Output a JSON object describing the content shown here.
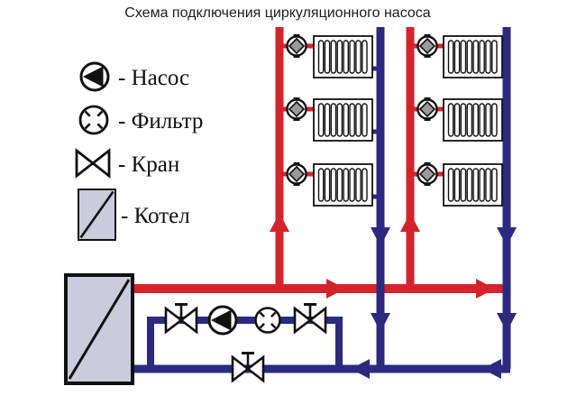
{
  "title": "Схема подключения циркуляционного насоса",
  "legend": {
    "items": [
      {
        "id": "pump",
        "icon": "pump-icon",
        "label": "- Насос"
      },
      {
        "id": "filter",
        "icon": "filter-icon",
        "label": "- Фильтр"
      },
      {
        "id": "valve",
        "icon": "valve-icon",
        "label": "- Кран"
      },
      {
        "id": "boiler",
        "icon": "boiler-icon",
        "label": "- Котел"
      }
    ]
  },
  "colors": {
    "supply_pipe": "#d6232b",
    "return_pipe": "#2c2a80",
    "boiler_fill": "#cbcbdd",
    "valve_core": "#9a9a9a",
    "outline": "#111111"
  },
  "diagram": {
    "radiator_count": 6,
    "radiator_columns": 2,
    "radiator_rows_per_column": 3,
    "radiator_valve_count": 6,
    "pipeline_valve_count": 3,
    "pump_count": 1,
    "filter_count": 1,
    "boiler_count": 1
  }
}
